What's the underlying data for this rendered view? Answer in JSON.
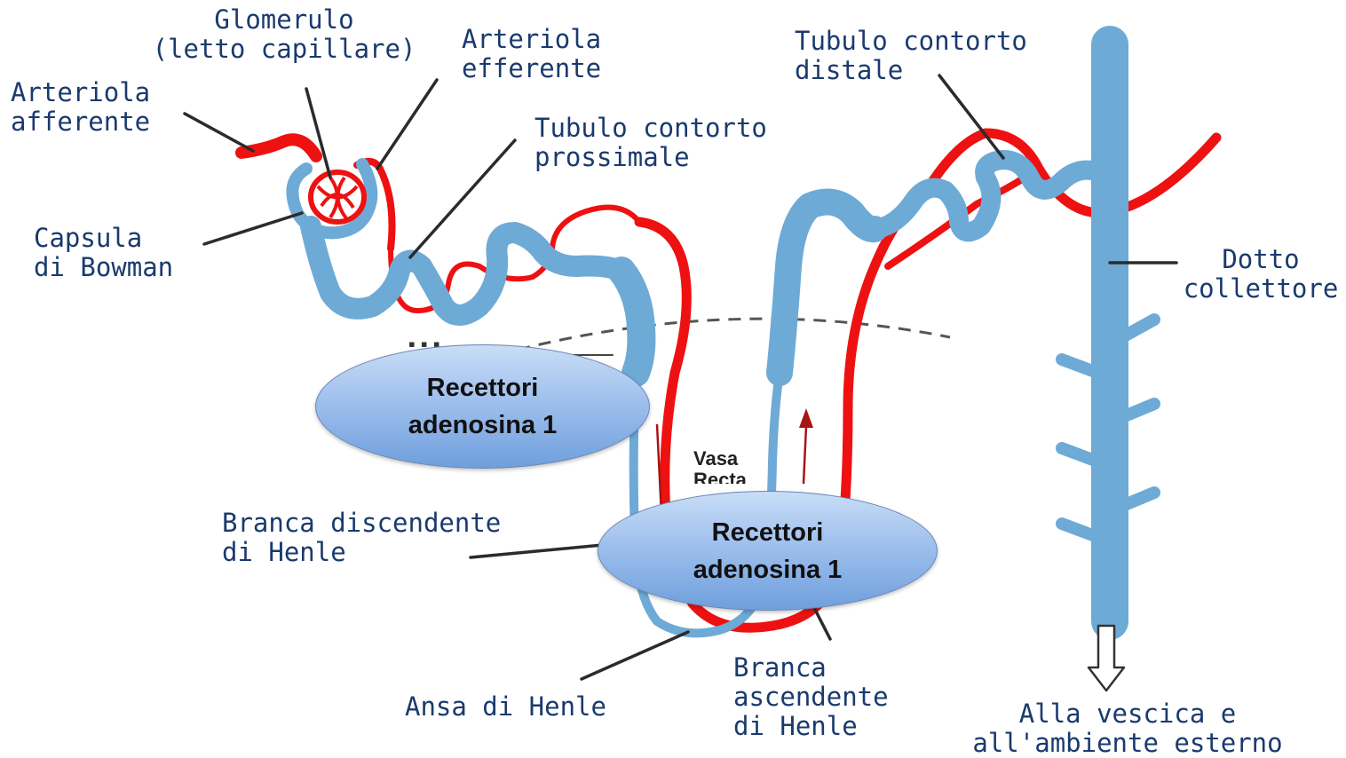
{
  "colors": {
    "tubule": "#6eaad6",
    "vessel": "#ee1111",
    "leader": "#2b2b2b",
    "label_text": "#1a3a6e",
    "badge_gradient_top": "#c9ddf6",
    "badge_gradient_bottom": "#6f9fdc"
  },
  "labels": {
    "glomerulo": "Glomerulo\n(letto capillare)",
    "arteriola_efferente": "Arteriola\nefferente",
    "arteriola_afferente": "Arteriola\nafferente",
    "tubulo_prossimale": "Tubulo contorto\nprossimale",
    "tubulo_distale": "Tubulo contorto\ndistale",
    "capsula_bowman": "Capsula\ndi Bowman",
    "dotto_collettore": "Dotto\ncollettore",
    "branca_discendente": "Branca discendente\ndi Henle",
    "ansa_henle": "Ansa di Henle",
    "branca_ascendente": "Branca\nascendente\ndi Henle",
    "vescica": "Alla vescica e\nall'ambiente esterno",
    "vasa_recta": "Vasa\nRecta"
  },
  "badges": [
    {
      "text": "Recettori\nadenosina 1",
      "icon": "receptor-ellipse"
    },
    {
      "text": "Recettori\nadenosina 1",
      "icon": "receptor-ellipse"
    }
  ],
  "icons": [
    "glomerulus-capillary-tuft",
    "down-arrow-outline",
    "flow-arrow-up",
    "flow-arrow-down"
  ]
}
